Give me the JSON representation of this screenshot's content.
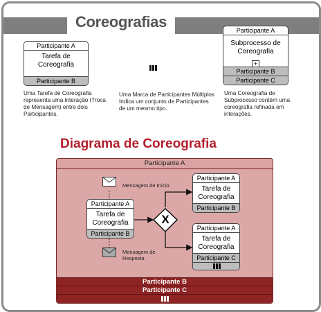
{
  "title": "Coreografias",
  "examples": {
    "task": {
      "top_participant": "Participante A",
      "name": "Tarefa de Coreografia",
      "bottom_participant": "Participante B",
      "description": "Uma Tarefa de Coreografia representa uma interação (Troca de Mensagem) entre dois Participantes."
    },
    "multi_marker": {
      "description": "Uma Marca de Participantes Múltiplos Indica um conjunto de Participantes de um mesmo tipo."
    },
    "subprocess": {
      "top_participant": "Participante A",
      "name": "Subprocesso de Coreografia",
      "expand_marker": "+",
      "bottom_participant_1": "Participante B",
      "bottom_participant_2": "Participante C",
      "description": "Uma Coreografia de Subprocesso contém uma coreografia refinada em interações."
    }
  },
  "diagram": {
    "title": "Diagrama de Coreografia",
    "pool_top": "Participante A",
    "pool_bottom_1": "Participante B",
    "pool_bottom_2": "Participante C",
    "start_message_label": "Mensagem de Início",
    "response_message_label": "Mensagem de Resposta",
    "gateway_marker": "X",
    "task_main": {
      "top": "Participante A",
      "name": "Tarefa de Coreografia",
      "bottom": "Participante B"
    },
    "task_upper": {
      "top": "Participante A",
      "name": "Tarefa de Coreografia",
      "bottom": "Participante B"
    },
    "task_lower": {
      "top": "Participante A",
      "name": "Tarefa de Coreografia",
      "bottom": "Participante C"
    }
  },
  "colors": {
    "pool_fill": "#dca7a7",
    "pool_band": "#8f2424",
    "title_red": "#b21e2a",
    "header_gray": "#7f7f7f"
  }
}
